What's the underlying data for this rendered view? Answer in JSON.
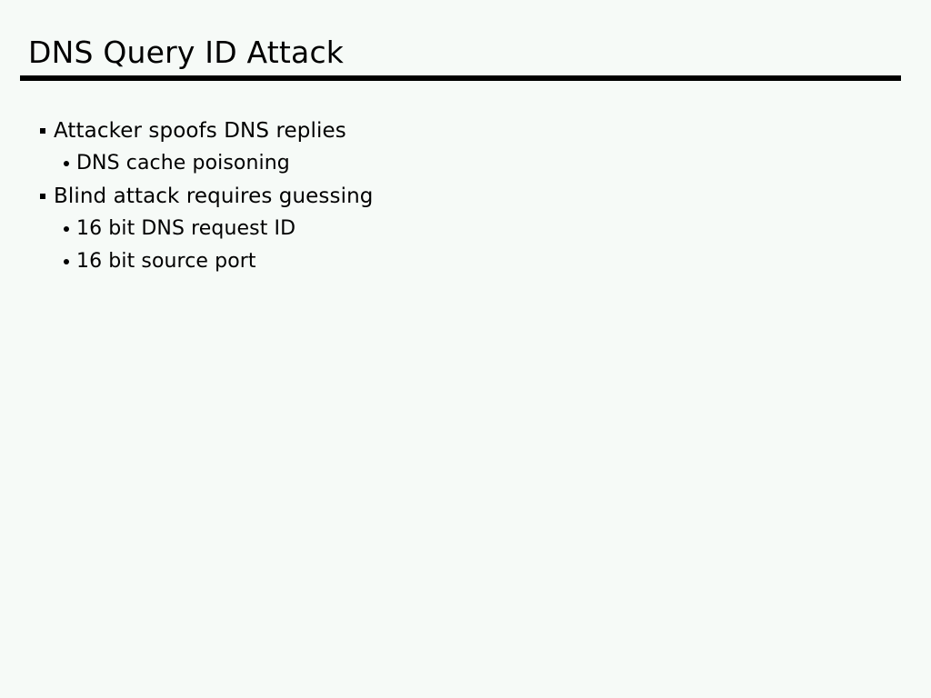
{
  "slide": {
    "title": "DNS Query ID Attack",
    "background_color": "#f6faf7",
    "text_color": "#000000",
    "rule_color": "#000000",
    "bullets": [
      {
        "level": 1,
        "marker": "square-bullet-icon",
        "text": "Attacker spoofs DNS replies"
      },
      {
        "level": 2,
        "marker": "dot-bullet-icon",
        "text": "DNS cache poisoning"
      },
      {
        "level": 1,
        "marker": "square-bullet-icon",
        "text": "Blind attack requires guessing"
      },
      {
        "level": 2,
        "marker": "dot-bullet-icon",
        "text": "16 bit DNS request ID"
      },
      {
        "level": 2,
        "marker": "dot-bullet-icon",
        "text": "16 bit source port"
      }
    ]
  }
}
